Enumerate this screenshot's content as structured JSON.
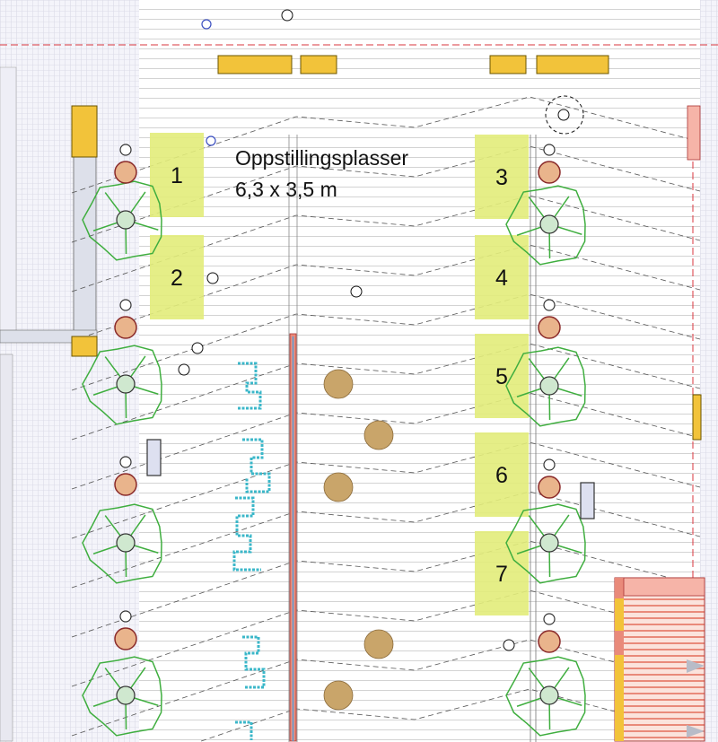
{
  "title": {
    "line1": "Oppstillingsplasser",
    "line2": "6,3 x 3,5 m"
  },
  "parking_spots": [
    {
      "label": "1",
      "side": "left"
    },
    {
      "label": "2",
      "side": "left"
    },
    {
      "label": "3",
      "side": "right"
    },
    {
      "label": "4",
      "side": "right"
    },
    {
      "label": "5",
      "side": "right"
    },
    {
      "label": "6",
      "side": "right"
    },
    {
      "label": "7",
      "side": "right"
    }
  ],
  "colors": {
    "spot": "#e2ec7a",
    "tree": "#3fae3f",
    "planter": "#e9b48c",
    "bench": "#f2c33a",
    "table": "#c9a56a",
    "property_line": "#d9363e",
    "water": "#3bb7c9",
    "roof": "#f0a090"
  }
}
